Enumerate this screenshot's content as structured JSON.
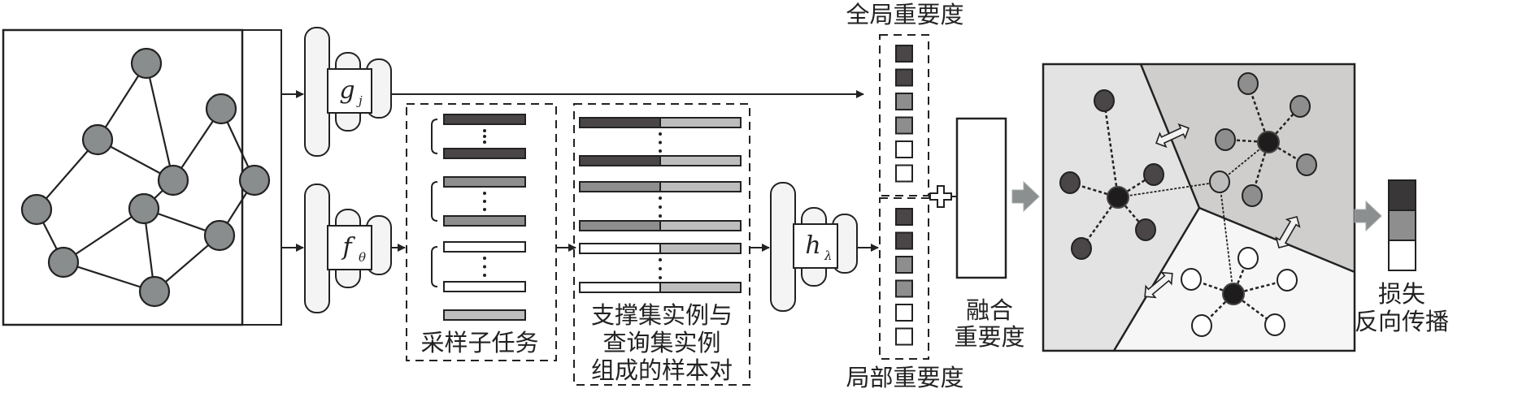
{
  "diagram": {
    "title": "",
    "colors": {
      "node_gray": "#8a8d8d",
      "dark": "#4a4648",
      "mid": "#8f8e8e",
      "light": "#bdbdbd",
      "white": "#ffffff",
      "panel_fill": "#f4f4f4",
      "region_left": "#e3e3e3",
      "region_top_right": "#cfcecd",
      "region_bottom": "#f6f6f6",
      "center_node": "#1e1c1d",
      "big_arrow": "#8b8f8f"
    },
    "graph_input": {
      "node_count": 10,
      "edge_count": 14
    },
    "modules": {
      "global_encoder": {
        "symbol": "g",
        "subscript": "j"
      },
      "local_encoder": {
        "symbol": "f",
        "subscript": "θ"
      },
      "pair_scorer": {
        "symbol": "h",
        "subscript": "λ"
      }
    },
    "sampled_subtasks": {
      "label": "采样子任务",
      "groups": [
        "dark",
        "mid",
        "white"
      ],
      "query_bar": "light"
    },
    "sample_pairs": {
      "label_lines": [
        "支撑集实例与",
        "查询集实例",
        "组成的样本对"
      ],
      "rows": [
        {
          "left": "dark",
          "right": "light"
        },
        {
          "left": "dark",
          "right": "light"
        },
        {
          "left": "mid",
          "right": "light"
        },
        {
          "left": "mid",
          "right": "light"
        },
        {
          "left": "white",
          "right": "light"
        },
        {
          "left": "white",
          "right": "light"
        }
      ]
    },
    "global_importance": {
      "label": "全局重要度",
      "cells": [
        "dark",
        "dark",
        "mid",
        "mid",
        "white",
        "white"
      ]
    },
    "local_importance": {
      "label": "局部重要度",
      "cells": [
        "dark",
        "dark",
        "mid",
        "mid",
        "white",
        "white"
      ]
    },
    "fused_importance": {
      "label_lines": [
        "融合",
        "重要度"
      ],
      "operator": "+",
      "cells": [
        "dark",
        "dark",
        "mid",
        "mid",
        "white",
        "white"
      ]
    },
    "prototype_space": {
      "clusters": [
        {
          "name": "dark-class",
          "member_color": "dark",
          "members": 5
        },
        {
          "name": "mid-class",
          "member_color": "mid",
          "members": 5
        },
        {
          "name": "white-class",
          "member_color": "white",
          "members": 5
        }
      ],
      "query_color": "light"
    },
    "loss": {
      "label_lines": [
        "损失",
        "反向传播"
      ],
      "cells": [
        "darkest",
        "mid",
        "white"
      ]
    }
  }
}
